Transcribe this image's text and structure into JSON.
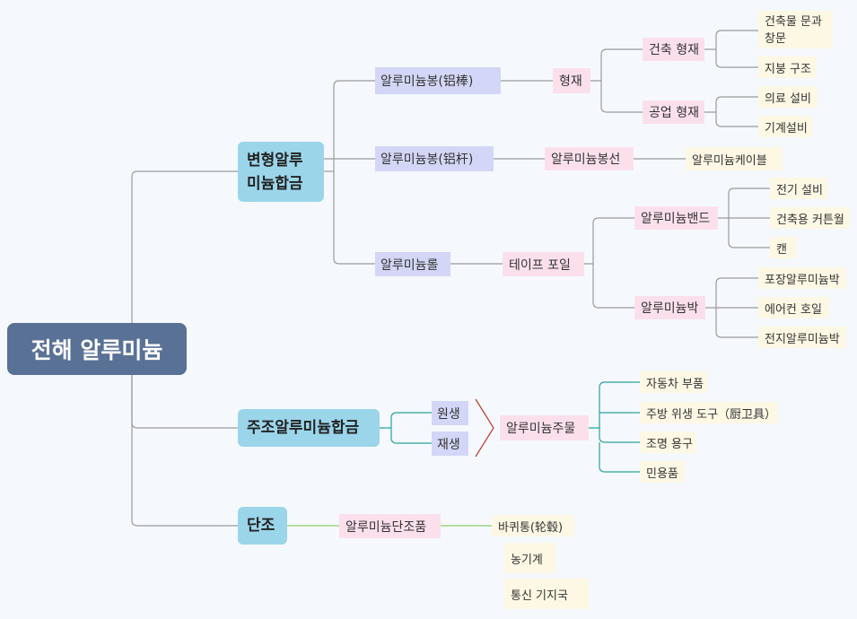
{
  "root": "전해 알루미늄",
  "branches": {
    "deformed": {
      "label": "변형알루미늄합금",
      "rod": {
        "label": "알루미늄봉(铝棒)",
        "profile": "형재",
        "building_profile": "건축 형재",
        "building_items": [
          "건축물 문과 창문",
          "지붕 구조"
        ],
        "industrial_profile": "공업 형재",
        "industrial_items": [
          "의료 설비",
          "기계설비"
        ]
      },
      "bar": {
        "label": "알루미늄봉(铝杆)",
        "wire": "알루미늄봉선",
        "cable": "알루미늄케이블"
      },
      "roll": {
        "label": "알루미늄롤",
        "tape_foil": "테이프 포일",
        "strip": "알루미늄밴드",
        "strip_items": [
          "전기 설비",
          "건축용 커튼월",
          "캔"
        ],
        "foil": "알루미늄박",
        "foil_items": [
          "포장알루미늄박",
          "에어컨 호일",
          "전지알루미늄박"
        ]
      }
    },
    "casting": {
      "label": "주조알루미늄합금",
      "primary": "원생",
      "recycled": "재생",
      "product": "알루미늄주물",
      "items": [
        "자동차 부품",
        "주방 위생 도구（厨卫具）",
        "조명 용구",
        "민용품"
      ]
    },
    "forging": {
      "label": "단조",
      "product": "알루미늄단조품",
      "items": [
        "바퀴통(轮毂)",
        "농기계",
        "통신 기지국"
      ]
    }
  },
  "colors": {
    "root": "#5a7196",
    "level1": "#9bd5ea",
    "level2": "#d3d6f6",
    "level3": "#fbe0ec",
    "leaf": "#fdf8e4",
    "line_gray": "#9a9a9a",
    "line_teal": "#2aa198",
    "line_green": "#8ccf6a",
    "line_red": "#c0392b"
  }
}
